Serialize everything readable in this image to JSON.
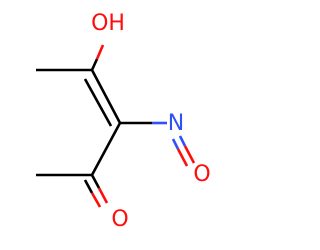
{
  "colors": {
    "carbon": "#000000",
    "oxygen": "#ff0d0d",
    "nitrogen": "#3050f8",
    "background": "#ffffff"
  },
  "atoms": {
    "hydroxyl": "OH",
    "nitroso_n": "N",
    "nitroso_o": "O",
    "carbonyl_o": "O"
  }
}
